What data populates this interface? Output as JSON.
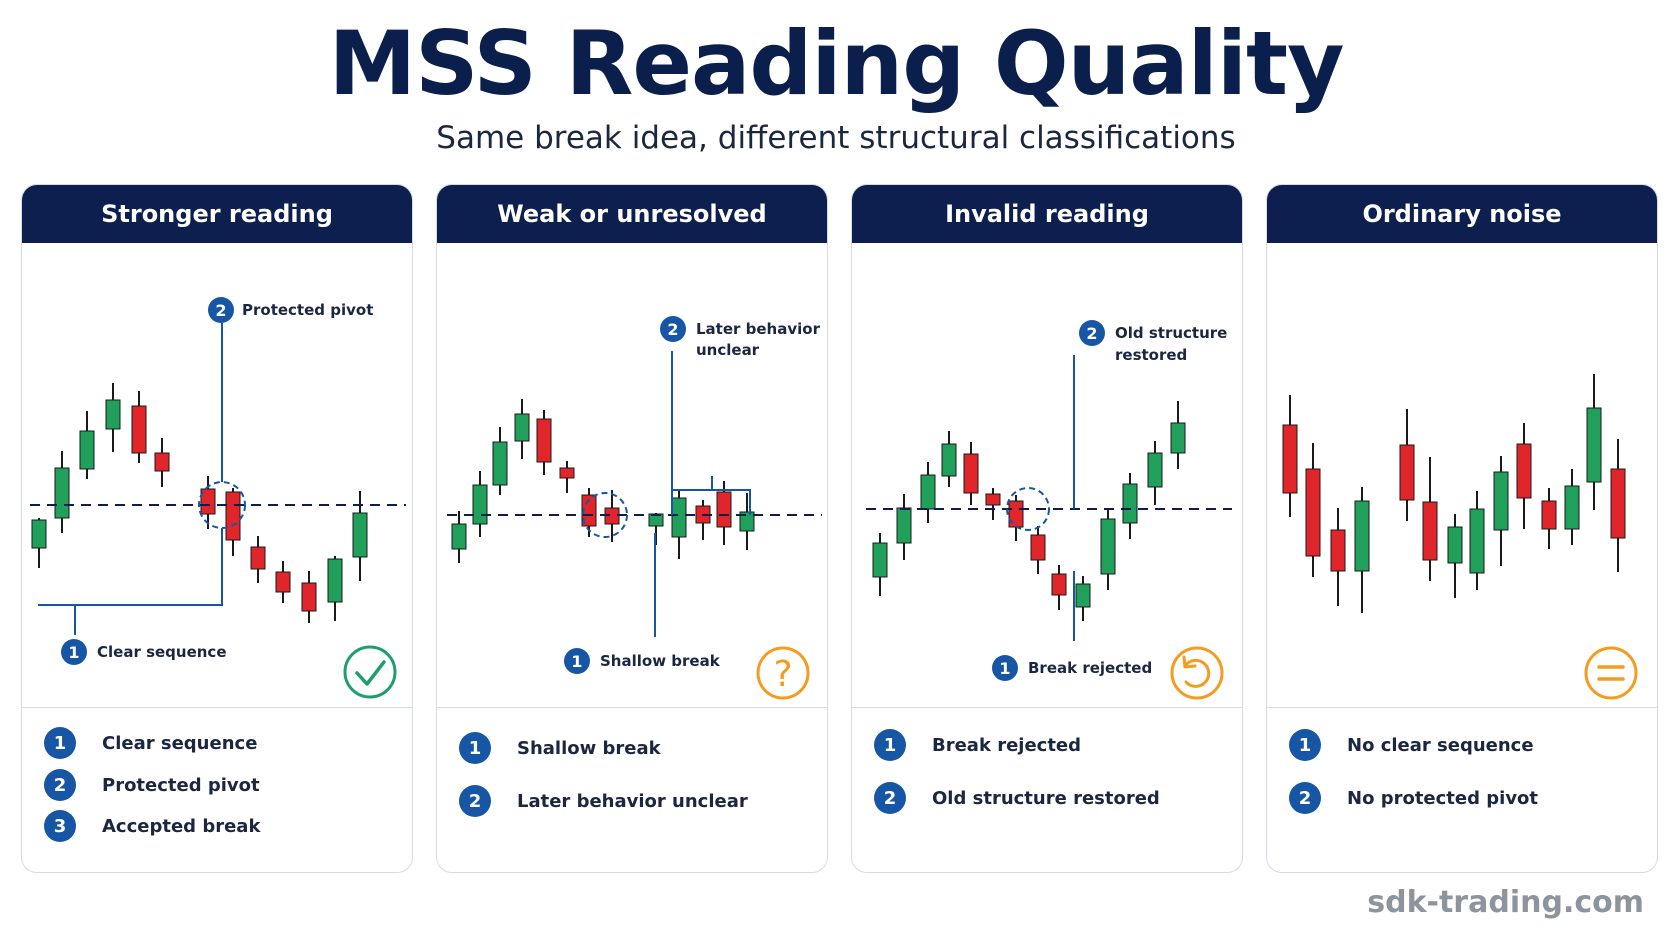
{
  "title": "MSS Reading Quality",
  "subtitle": "Same break idea, different structural classifications",
  "colors": {
    "navy": "#0c1f4e",
    "badge": "#1656a5",
    "bull": "#20a05a",
    "bear": "#e0262b",
    "good": "#1e9e6e",
    "warn": "#f39c1f"
  },
  "cards": [
    {
      "header": "Stronger reading",
      "status_icon": "check-circle-icon",
      "annotations": [
        {
          "num": "2",
          "text": "Protected pivot"
        },
        {
          "num": "1",
          "text": "Clear sequence"
        }
      ],
      "legend": [
        {
          "num": "1",
          "text": "Clear sequence"
        },
        {
          "num": "2",
          "text": "Protected pivot"
        },
        {
          "num": "3",
          "text": "Accepted break"
        }
      ]
    },
    {
      "header": "Weak or unresolved",
      "status_icon": "question-circle-icon",
      "annotations": [
        {
          "num": "2",
          "text": "Later behavior",
          "text2": "unclear"
        },
        {
          "num": "1",
          "text": "Shallow break"
        }
      ],
      "legend": [
        {
          "num": "1",
          "text": "Shallow break"
        },
        {
          "num": "2",
          "text": "Later behavior unclear"
        }
      ]
    },
    {
      "header": "Invalid reading",
      "status_icon": "refresh-circle-icon",
      "annotations": [
        {
          "num": "2",
          "text": "Old structure",
          "text2": "restored"
        },
        {
          "num": "1",
          "text": "Break rejected"
        }
      ],
      "legend": [
        {
          "num": "1",
          "text": "Break rejected"
        },
        {
          "num": "2",
          "text": "Old structure restored"
        }
      ]
    },
    {
      "header": "Ordinary noise",
      "status_icon": "equals-circle-icon",
      "annotations": [],
      "legend": [
        {
          "num": "1",
          "text": "No clear sequence"
        },
        {
          "num": "2",
          "text": "No protected pivot"
        }
      ]
    }
  ],
  "watermark": "sdk-trading.com"
}
